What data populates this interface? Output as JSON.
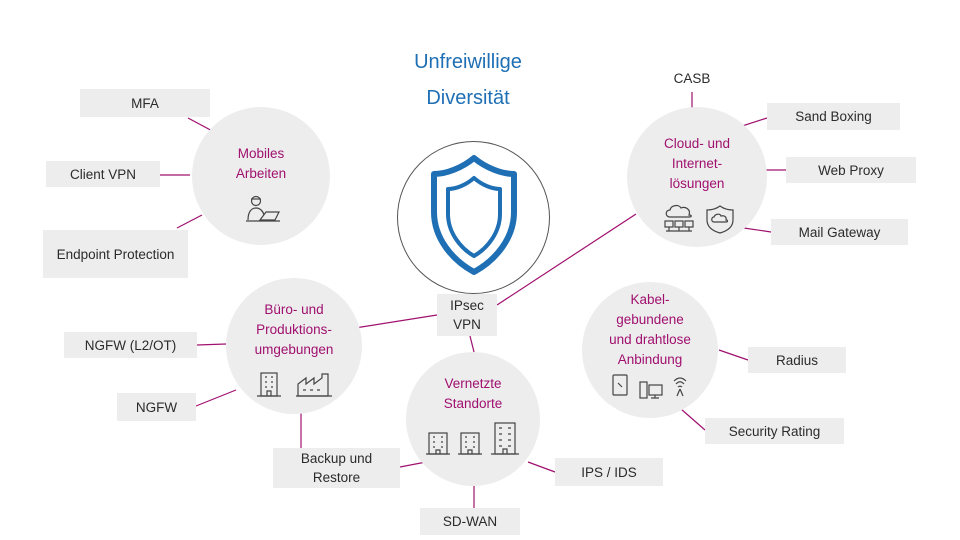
{
  "title": {
    "line1": "Unfreiwillige",
    "line2": "Diversität"
  },
  "colors": {
    "title": "#1f6fb5",
    "category": "#a0106f",
    "shield": "#1f6fb5",
    "connector": "#a0106f"
  },
  "center": {
    "icon": "shield-icon"
  },
  "nodes": {
    "mobile": {
      "label1": "Mobiles",
      "label2": "Arbeiten",
      "icon": "remote-worker-icon"
    },
    "cloud": {
      "label1": "Cloud- und",
      "label2": "Internet-",
      "label3": "lösungen",
      "icons": [
        "cloud-server-icon",
        "cloud-shield-icon"
      ]
    },
    "office": {
      "label1": "Büro- und",
      "label2": "Produktions-",
      "label3": "umgebungen",
      "icons": [
        "office-building-icon",
        "factory-icon"
      ]
    },
    "sites": {
      "label1": "Vernetzte",
      "label2": "Standorte",
      "icons": [
        "building-icon",
        "building-icon",
        "building-icon"
      ]
    },
    "wired": {
      "label1": "Kabel-",
      "label2": "gebundene",
      "label3": "und drahtlose",
      "label4": "Anbindung",
      "icons": [
        "tablet-icon",
        "computer-icon",
        "wireless-icon"
      ]
    }
  },
  "boxes": {
    "mfa": "MFA",
    "client_vpn": "Client VPN",
    "endpoint": "Endpoint Protection",
    "casb": "CASB",
    "sandbox": "Sand Boxing",
    "webproxy": "Web Proxy",
    "mailgw": "Mail Gateway",
    "ipsec1": "IPsec",
    "ipsec2": "VPN",
    "ngfw_l2": "NGFW (L2/OT)",
    "ngfw": "NGFW",
    "backup1": "Backup und",
    "backup2": "Restore",
    "radius": "Radius",
    "security_rating": "Security Rating",
    "ips": "IPS / IDS",
    "sdwan": "SD-WAN"
  }
}
